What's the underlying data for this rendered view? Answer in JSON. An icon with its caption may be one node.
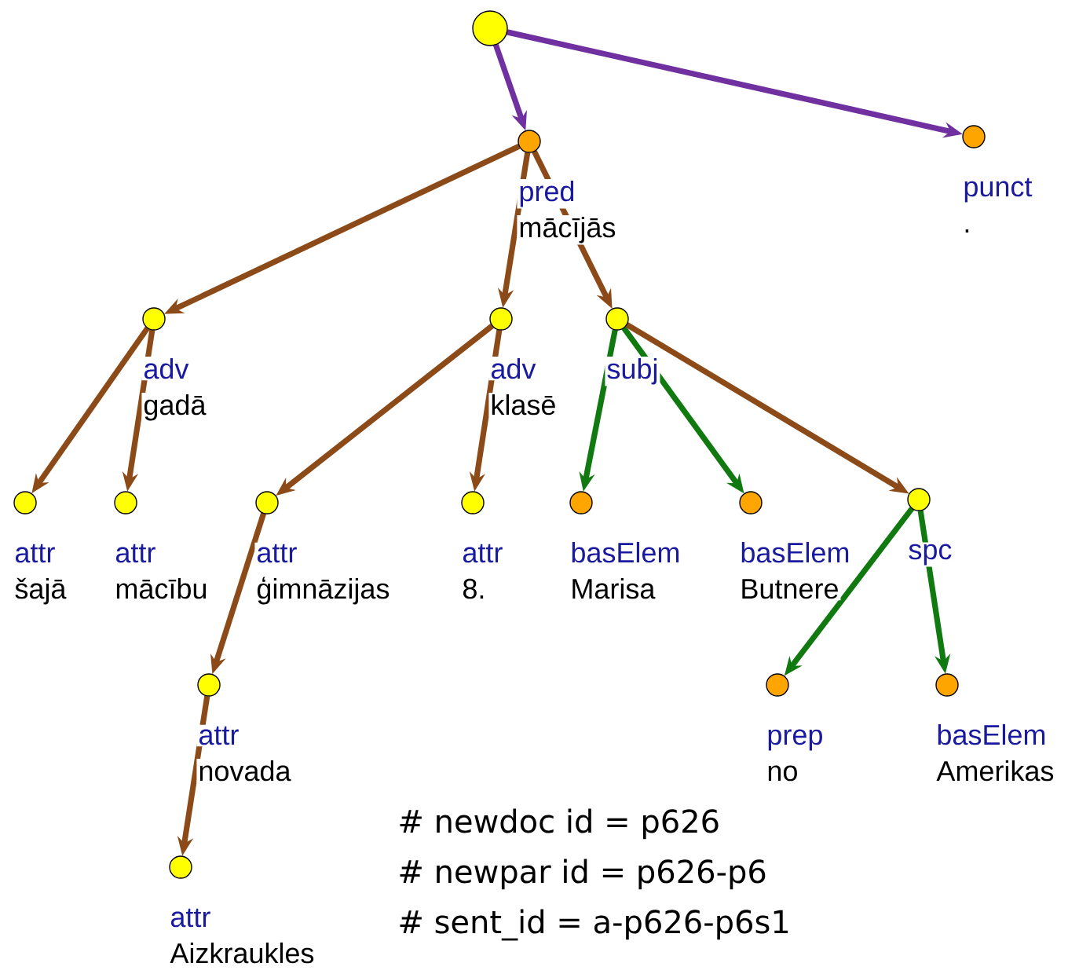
{
  "diagram": {
    "nodes": [
      {
        "text": [],
        "shape": "circle"
      },
      {
        "text": [
          "pred",
          "mācījās"
        ]
      },
      {
        "text": [
          "punct",
          "."
        ]
      },
      {
        "text": [
          "adv",
          "gadā"
        ]
      },
      {
        "text": [
          "adv",
          "klasē"
        ]
      },
      {
        "text": [
          "subj"
        ]
      },
      {
        "text": [
          "attr",
          "šajā"
        ]
      },
      {
        "text": [
          "attr",
          "mācību"
        ]
      },
      {
        "text": [
          "attr",
          "ģimnāzijas"
        ]
      },
      {
        "text": [
          "attr",
          "8."
        ]
      },
      {
        "text": [
          "basElem",
          "Marisa"
        ]
      },
      {
        "text": [
          "basElem",
          "Butnere"
        ]
      },
      {
        "text": [
          "spc"
        ]
      },
      {
        "text": [
          "attr",
          "novada"
        ]
      },
      {
        "text": [
          "prep",
          "no"
        ]
      },
      {
        "text": [
          "basElem",
          "Amerikas"
        ]
      },
      {
        "text": [
          "attr",
          "Aizkraukles"
        ]
      }
    ],
    "edges": [
      {
        "from": 0,
        "to": 1,
        "arrow": "to",
        "color": "#7030a0"
      },
      {
        "from": 0,
        "to": 2,
        "arrow": "to",
        "color": "#7030a0"
      },
      {
        "from": 1,
        "to": 3,
        "arrow": "to"
      },
      {
        "from": 1,
        "to": 4,
        "arrow": "to"
      },
      {
        "from": 1,
        "to": 5,
        "arrow": "to"
      },
      {
        "from": 3,
        "to": 6,
        "arrow": "to"
      },
      {
        "from": 3,
        "to": 7,
        "arrow": "to"
      },
      {
        "from": 4,
        "to": 8,
        "arrow": "to"
      },
      {
        "from": 4,
        "to": 9,
        "arrow": "to"
      },
      {
        "from": 5,
        "to": 10,
        "arrow": "to",
        "color": "#107a10"
      },
      {
        "from": 5,
        "to": 11,
        "arrow": "to",
        "color": "#107a10"
      },
      {
        "from": 5,
        "to": 12,
        "arrow": "to"
      },
      {
        "from": 8,
        "to": 13,
        "arrow": "to"
      },
      {
        "from": 12,
        "to": 14,
        "arrow": "to",
        "color": "#107a10"
      },
      {
        "from": 12,
        "to": 15,
        "arrow": "to",
        "color": "#107a10"
      },
      {
        "from": 13,
        "to": 16,
        "arrow": "to"
      }
    ],
    "labels": [
      "# newdoc id = p626",
      "# newpar id = p626-p6",
      "# sent_id = a-p626-p6s1"
    ]
  }
}
